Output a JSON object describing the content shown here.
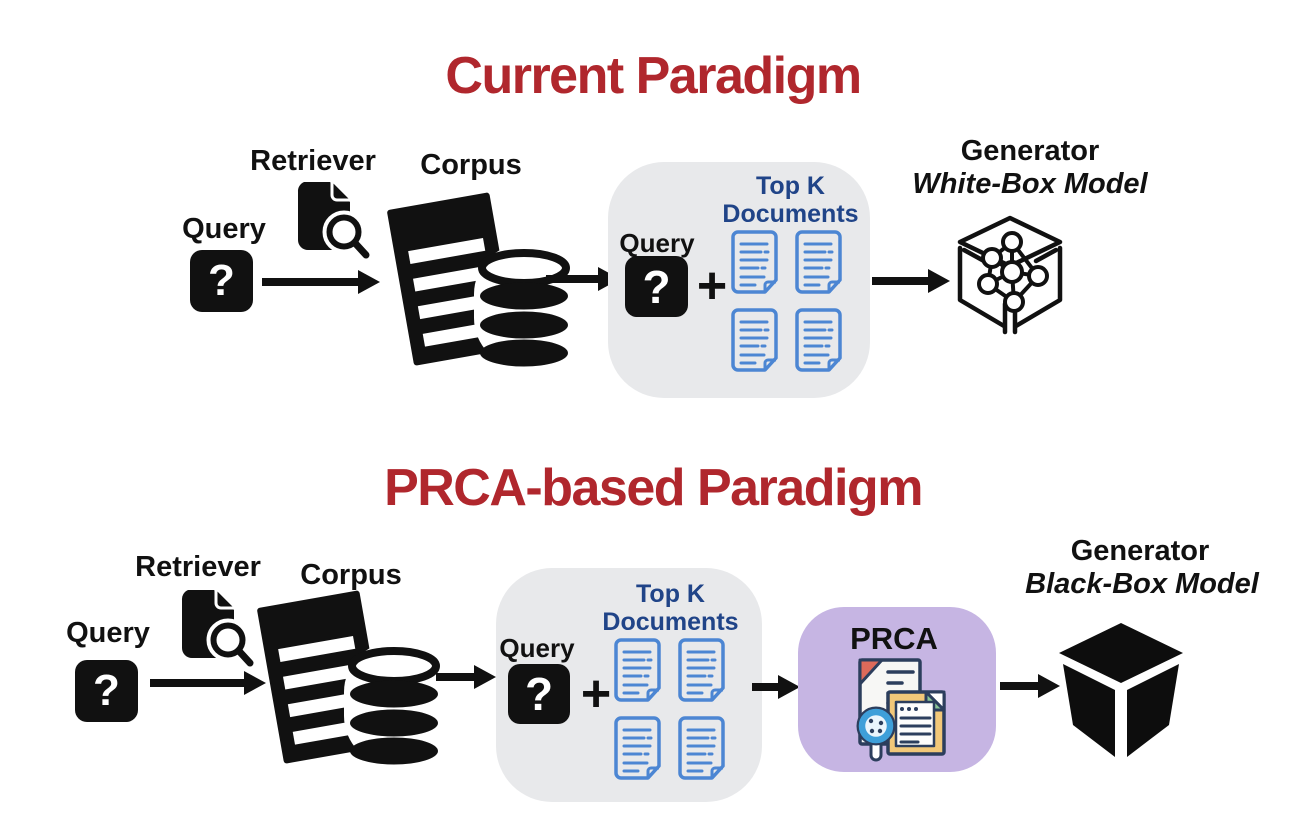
{
  "colors": {
    "title_red": "#B0272D",
    "navy_text": "#204488",
    "doc_blue": "#4C86D3",
    "box_gray": "#E8E9EB",
    "prca_purple": "#C6B5E3",
    "ink_black": "#111111",
    "prca_icon_red": "#DD6A5A",
    "prca_icon_green": "#8BC796",
    "prca_icon_yellow": "#F2C879",
    "prca_icon_blue": "#3E9FD9"
  },
  "icons": {
    "query": "question-mark-square",
    "retriever": "document-with-magnifier",
    "corpus": "document-and-database",
    "top_k_document": "blue-outline-document",
    "white_box_generator": "wireframe-cube-with-neural-network",
    "black_box_generator": "solid-black-cube",
    "prca_adapter": "color-documents-with-magnifier"
  },
  "current": {
    "title": "Current Paradigm",
    "query_label": "Query",
    "query_mark": "?",
    "retriever_label": "Retriever",
    "corpus_label": "Corpus",
    "context_box": {
      "query_label": "Query",
      "query_mark": "?",
      "plus_sign": "+",
      "topk_line1": "Top K",
      "topk_line2": "Documents"
    },
    "generator_label": "Generator",
    "model_label": "White-Box Model"
  },
  "prca": {
    "title": "PRCA-based Paradigm",
    "query_label": "Query",
    "query_mark": "?",
    "retriever_label": "Retriever",
    "corpus_label": "Corpus",
    "context_box": {
      "query_label": "Query",
      "query_mark": "?",
      "plus_sign": "+",
      "topk_line1": "Top K",
      "topk_line2": "Documents"
    },
    "adapter_label": "PRCA",
    "generator_label": "Generator",
    "model_label": "Black-Box Model"
  }
}
